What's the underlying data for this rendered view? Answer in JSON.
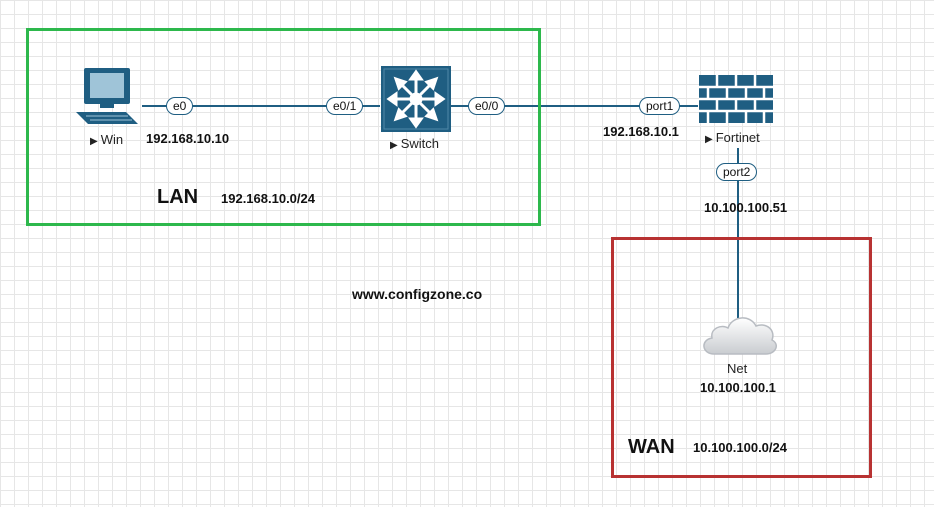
{
  "zones": {
    "lan": {
      "title": "LAN",
      "subnet": "192.168.10.0/24",
      "color": "#2db84c"
    },
    "wan": {
      "title": "WAN",
      "subnet": "10.100.100.0/24",
      "color": "#b83232"
    }
  },
  "nodes": {
    "win": {
      "label": "Win",
      "ip": "192.168.10.10",
      "icon": "workstation-icon"
    },
    "switch": {
      "label": "Switch",
      "icon": "layer3-switch-icon"
    },
    "fortinet": {
      "label": "Fortinet",
      "ip_port1": "192.168.10.1",
      "ip_port2": "10.100.100.51",
      "icon": "firewall-icon"
    },
    "net": {
      "label": "Net",
      "ip": "10.100.100.1",
      "icon": "cloud-icon"
    }
  },
  "ports": {
    "win_e0": "e0",
    "switch_e0_1": "e0/1",
    "switch_e0_0": "e0/0",
    "fortinet_port1": "port1",
    "fortinet_port2": "port2"
  },
  "link_color": "#1f5e82",
  "watermark": "www.configzone.co"
}
